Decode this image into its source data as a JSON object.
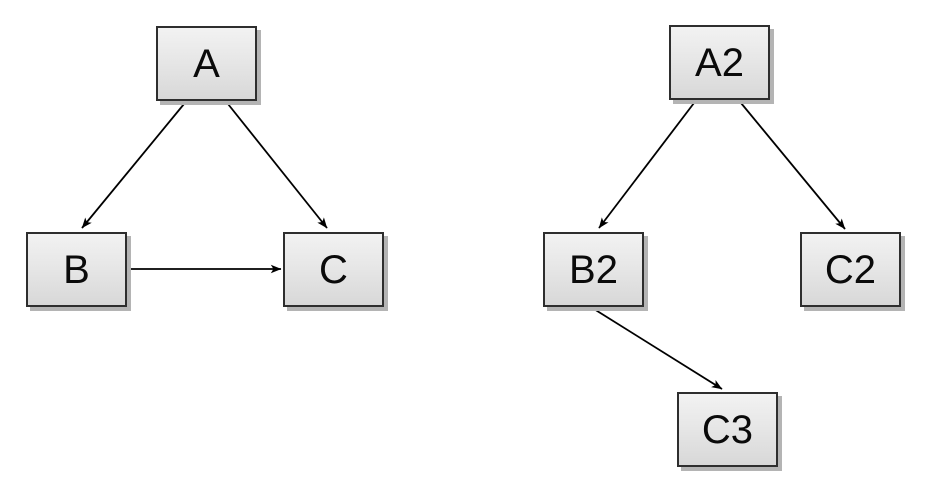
{
  "canvas": {
    "background": "#ffffff"
  },
  "style": {
    "node_fill_top": "#f2f2f2",
    "node_fill_bottom": "#d8d8d8",
    "node_border": "#2e2e2e",
    "node_shadow": "#b4b4b4",
    "edge_color": "#000000",
    "label_color": "#0a0a0a"
  },
  "graphs": {
    "left": {
      "nodes": {
        "a": {
          "label": "A"
        },
        "b": {
          "label": "B"
        },
        "c": {
          "label": "C"
        }
      },
      "edges": [
        {
          "from": "A",
          "to": "B"
        },
        {
          "from": "A",
          "to": "C"
        },
        {
          "from": "B",
          "to": "C"
        }
      ]
    },
    "right": {
      "nodes": {
        "a2": {
          "label": "A2"
        },
        "b2": {
          "label": "B2"
        },
        "c2": {
          "label": "C2"
        },
        "c3": {
          "label": "C3"
        }
      },
      "edges": [
        {
          "from": "A2",
          "to": "B2"
        },
        {
          "from": "A2",
          "to": "C2"
        },
        {
          "from": "B2",
          "to": "C3"
        }
      ]
    }
  }
}
